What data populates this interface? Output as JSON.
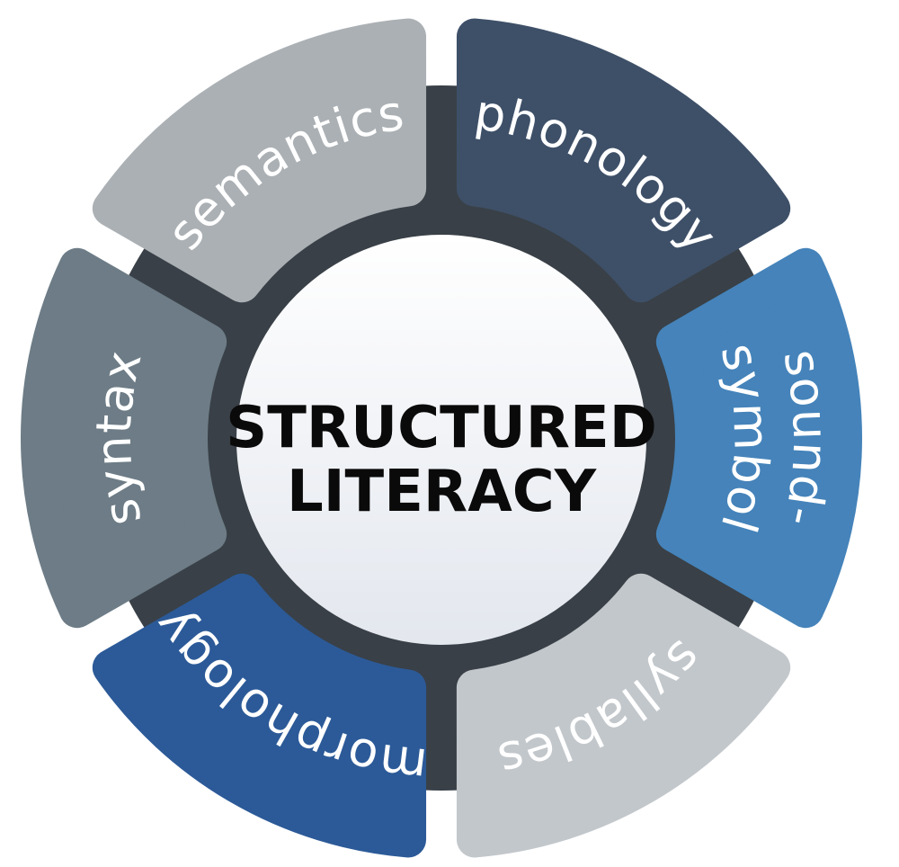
{
  "center": {
    "line1": "STRUCTURED",
    "line2": "LITERACY"
  },
  "segments": [
    {
      "id": "phonology",
      "lines": [
        "phonology"
      ],
      "color": "#3e5068"
    },
    {
      "id": "sound-symbol",
      "lines": [
        "sound-",
        "symbol"
      ],
      "color": "#4583ba"
    },
    {
      "id": "syllables",
      "lines": [
        "syllables"
      ],
      "color": "#c2c7cb"
    },
    {
      "id": "morphology",
      "lines": [
        "morphology"
      ],
      "color": "#2c5a98"
    },
    {
      "id": "syntax",
      "lines": [
        "syntax"
      ],
      "color": "#6d7c86"
    },
    {
      "id": "semantics",
      "lines": [
        "semantics"
      ],
      "color": "#abb0b4"
    }
  ],
  "colors": {
    "ring": "#394047",
    "center_top": "#ffffff",
    "center_bottom": "#e3e7ee"
  }
}
